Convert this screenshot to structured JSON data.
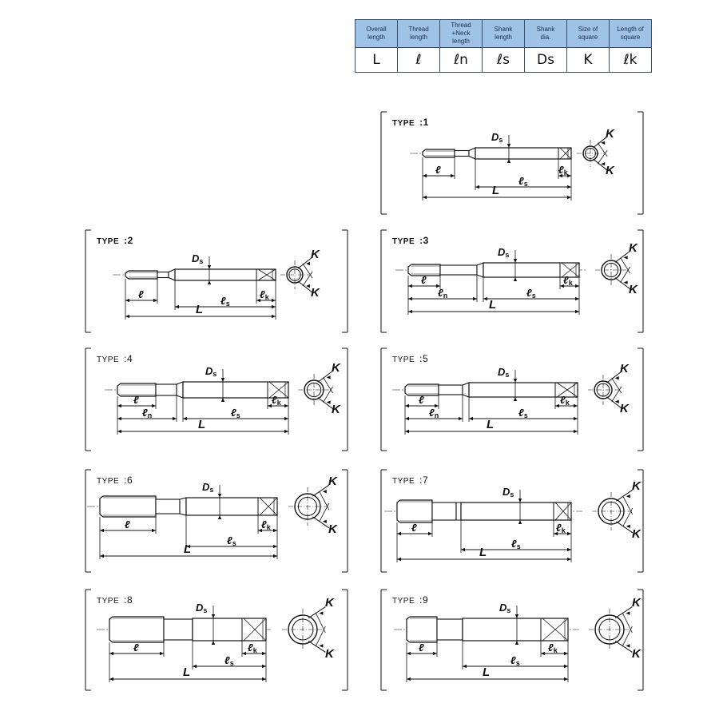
{
  "legend": {
    "headers": [
      [
        "Overall",
        "length"
      ],
      [
        "Thread",
        "length"
      ],
      [
        "Thread +Neck",
        "length"
      ],
      [
        "Shank",
        "length"
      ],
      [
        "Shank",
        "dia."
      ],
      [
        "Size of",
        "square"
      ],
      [
        "Length of",
        "square"
      ]
    ],
    "symbols": [
      "L",
      "ℓ",
      "ℓn",
      "ℓs",
      "Ds",
      "K",
      "ℓk"
    ]
  },
  "type_word": "TYPE",
  "panels": [
    {
      "type": "1"
    },
    {
      "type": "2"
    },
    {
      "type": "3"
    },
    {
      "type": "4"
    },
    {
      "type": "5"
    },
    {
      "type": "6"
    },
    {
      "type": "7"
    },
    {
      "type": "8"
    },
    {
      "type": "9"
    }
  ],
  "labels": {
    "overall": "L",
    "thread": "ℓ",
    "neck_sub": "n",
    "shank_sub": "s",
    "square_len_sub": "k",
    "dia": "D",
    "dia_sub": "s",
    "size": "K",
    "script_l": "ℓ"
  }
}
